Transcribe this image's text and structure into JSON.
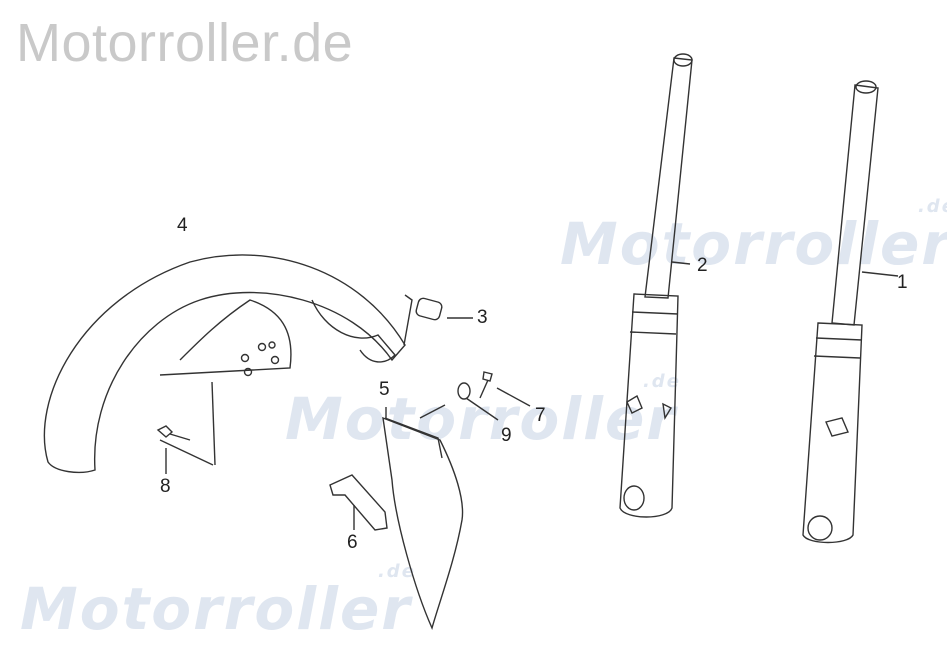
{
  "site_title": "Motorroller.de",
  "watermark": {
    "text": "Motorroller",
    "suffix": ".de"
  },
  "callouts": [
    "1",
    "2",
    "3",
    "4",
    "5",
    "6",
    "7",
    "8",
    "9"
  ],
  "colors": {
    "watermark": "#dfe6f0",
    "title": "#c9c9c9",
    "line": "#333333"
  }
}
